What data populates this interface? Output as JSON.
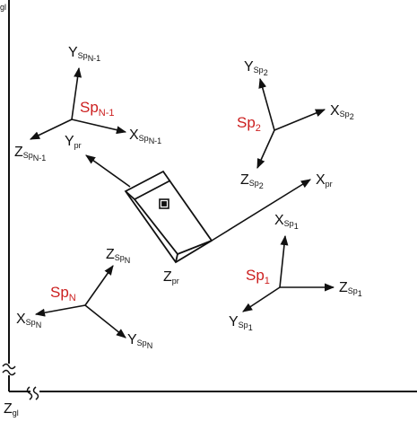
{
  "colors": {
    "ink": "#111111",
    "accent": "#cc1f1f"
  },
  "global": {
    "axis_top_label": "gl",
    "z_label": "Z",
    "z_sub": "gl"
  },
  "probe": {
    "x_label": "X",
    "x_sub": "pr",
    "y_label": "Y",
    "y_sub": "pr",
    "z_label": "Z",
    "z_sub": "pr"
  },
  "sp_n_minus_1": {
    "name": "Sp",
    "name_sub": "N-1",
    "y_label": "Y",
    "y_sub": "Sp",
    "y_subsub": "N-1",
    "x_label": "X",
    "x_sub": "Sp",
    "x_subsub": "N-1",
    "z_label": "Z",
    "z_sub": "Sp",
    "z_subsub": "N-1"
  },
  "sp_2": {
    "name": "Sp",
    "name_sub": "2",
    "y_label": "Y",
    "y_sub": "Sp",
    "y_subsub": "2",
    "x_label": "X",
    "x_sub": "Sp",
    "x_subsub": "2",
    "z_label": "Z",
    "z_sub": "Sp",
    "z_subsub": "2"
  },
  "sp_1": {
    "name": "Sp",
    "name_sub": "1",
    "x_label": "X",
    "x_sub": "Sp",
    "x_subsub": "1",
    "z_label": "Z",
    "z_sub": "Sp",
    "z_subsub": "1",
    "y_label": "Y",
    "y_sub": "Sp",
    "y_subsub": "1"
  },
  "sp_n": {
    "name": "Sp",
    "name_sub": "N",
    "z_label": "Z",
    "z_sub": "Sp",
    "z_subsub": "N",
    "x_label": "X",
    "x_sub": "Sp",
    "x_subsub": "N",
    "y_label": "Y",
    "y_sub": "Sp",
    "y_subsub": "N"
  }
}
